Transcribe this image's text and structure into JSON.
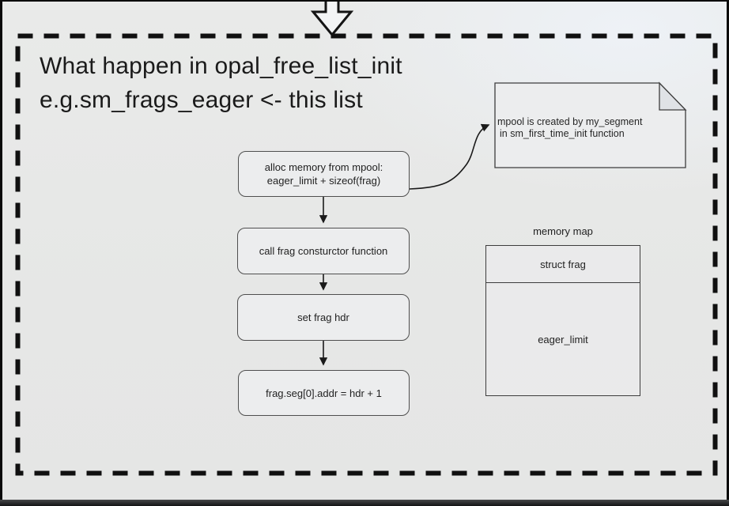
{
  "slide": {
    "title_line1": "What happen in opal_free_list_init",
    "title_line2": "e.g.sm_frags_eager <- this list"
  },
  "flowchart": {
    "steps": [
      {
        "lines": [
          "alloc memory from mpool:",
          "eager_limit + sizeof(frag)"
        ]
      },
      {
        "lines": [
          "call frag consturctor function"
        ]
      },
      {
        "lines": [
          "set frag hdr"
        ]
      },
      {
        "lines": [
          "frag.seg[0].addr = hdr + 1"
        ]
      }
    ]
  },
  "note": {
    "line1": "mpool is created by my_segment",
    "line2": "in sm_first_time_init function"
  },
  "memory_map": {
    "title": "memory map",
    "top_cell": "struct frag",
    "bottom_cell": "eager_limit"
  },
  "colors": {
    "background": "#e7e8e7",
    "box_fill": "#ecedee",
    "box_border": "#4f4f4f",
    "dashed_border": "#111111",
    "text": "#1f1f1f"
  }
}
